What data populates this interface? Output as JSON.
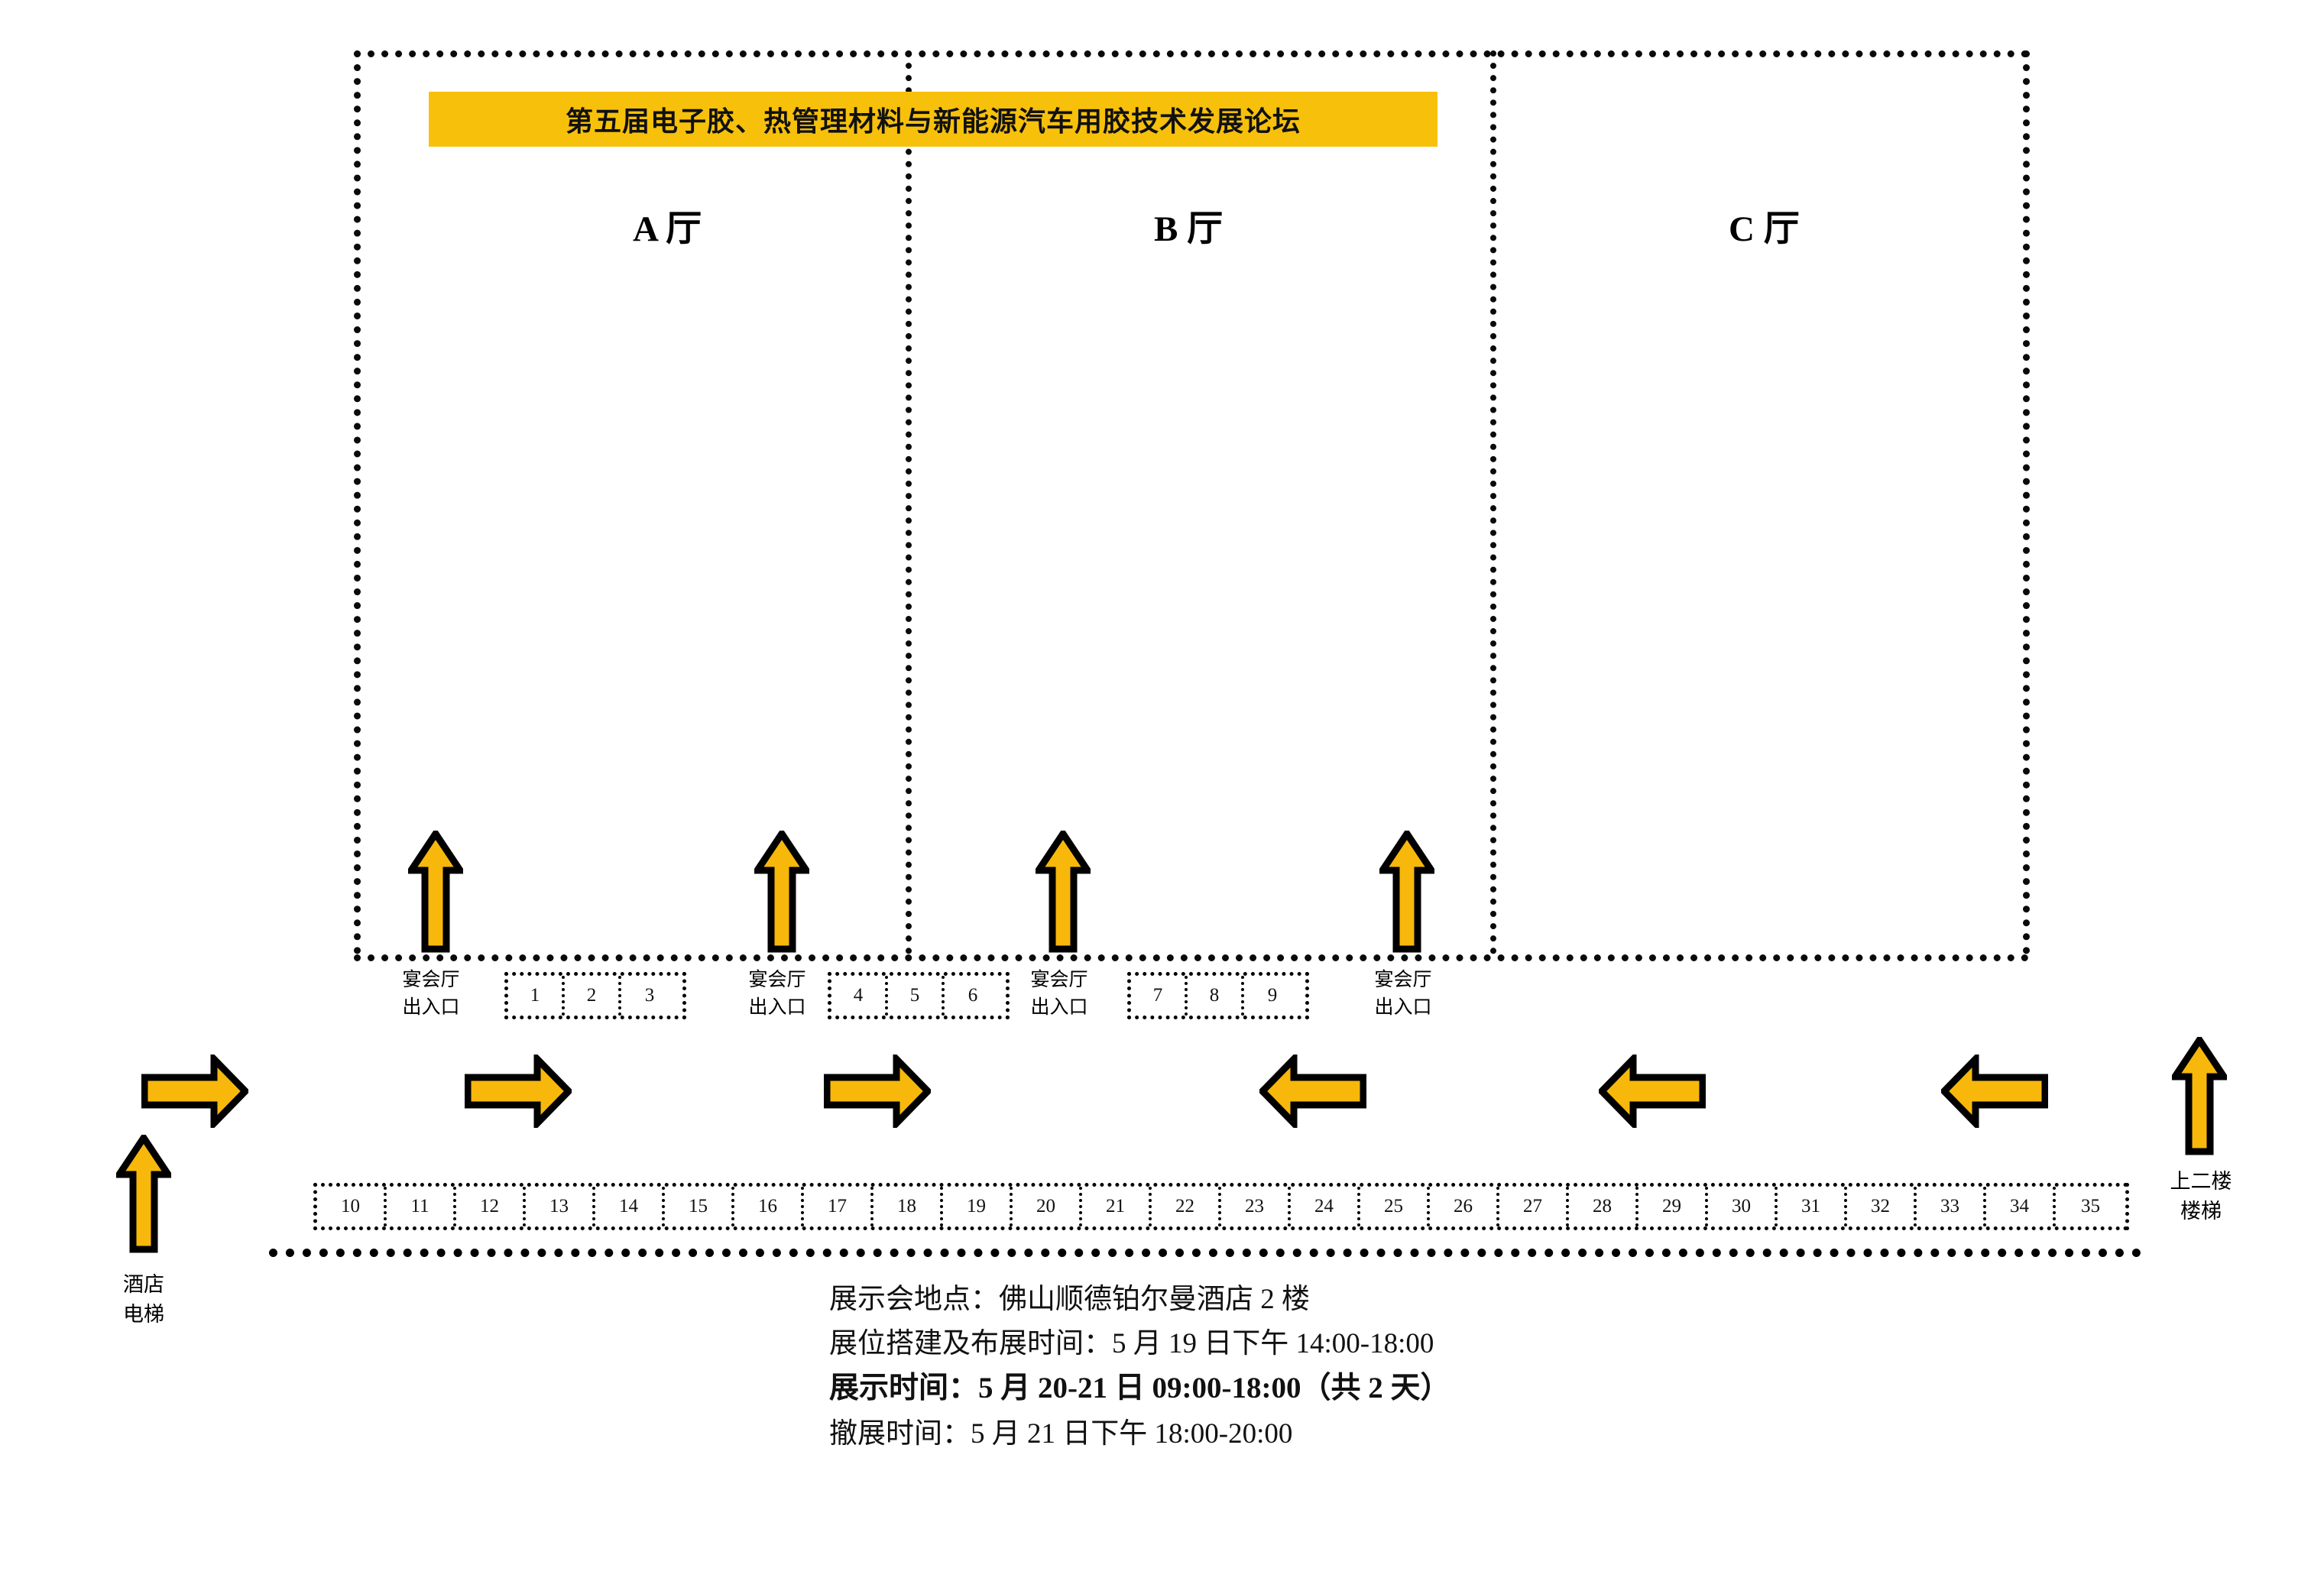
{
  "banner": {
    "title": "第五届电子胶、热管理材料与新能源汽车用胶技术发展论坛",
    "color": "#F7C10B"
  },
  "halls": [
    {
      "id": "A",
      "label": "A 厅"
    },
    {
      "id": "B",
      "label": "B 厅"
    },
    {
      "id": "C",
      "label": "C 厅"
    }
  ],
  "entrances": [
    {
      "line1": "宴会厅",
      "line2": "出入口"
    },
    {
      "line1": "宴会厅",
      "line2": "出入口"
    },
    {
      "line1": "宴会厅",
      "line2": "出入口"
    },
    {
      "line1": "宴会厅",
      "line2": "出入口"
    }
  ],
  "booth_groups": [
    {
      "name": "group-1",
      "booths": [
        "1",
        "2",
        "3"
      ]
    },
    {
      "name": "group-2",
      "booths": [
        "4",
        "5",
        "6"
      ]
    },
    {
      "name": "group-3",
      "booths": [
        "7",
        "8",
        "9"
      ]
    }
  ],
  "bottom_booths": [
    "10",
    "11",
    "12",
    "13",
    "14",
    "15",
    "16",
    "17",
    "18",
    "19",
    "20",
    "21",
    "22",
    "23",
    "24",
    "25",
    "26",
    "27",
    "28",
    "29",
    "30",
    "31",
    "32",
    "33",
    "34",
    "35"
  ],
  "side_labels": {
    "elevator": {
      "line1": "酒店",
      "line2": "电梯"
    },
    "stairs": {
      "line1": "上二楼",
      "line2": "楼梯"
    }
  },
  "arrows": {
    "color": "#F7B80B",
    "outline": "#000000",
    "hall_up_count": 4,
    "corridor": [
      {
        "dir": "right"
      },
      {
        "dir": "right"
      },
      {
        "dir": "right"
      },
      {
        "dir": "left"
      },
      {
        "dir": "left"
      },
      {
        "dir": "left"
      }
    ],
    "elevator_up": {
      "dir": "up"
    },
    "stairs_up": {
      "dir": "up"
    }
  },
  "info": {
    "venue": "展示会地点：佛山顺德铂尔曼酒店 2 楼",
    "setup": "展位搭建及布展时间：5 月 19 日下午 14:00-18:00",
    "show": "展示时间：5 月 20-21 日 09:00-18:00（共 2 天）",
    "teardown": "撤展时间：5 月 21 日下午 18:00-20:00"
  }
}
